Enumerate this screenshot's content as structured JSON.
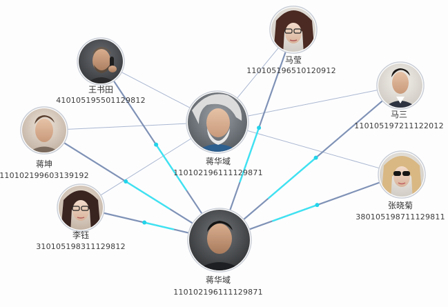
{
  "colors": {
    "background": "#fdfdfe",
    "edge_thin": "#a9b7d0",
    "edge_thick": "#7f92b6",
    "edge_active": "#3ee3f2",
    "arrow_dot": "#22d3ea",
    "node_border": "#c9ced6",
    "label_text": "#333333"
  },
  "nodes": [
    {
      "id": "n1",
      "name": "王书田",
      "number": "410105195501129812",
      "avatar": "bearded-man-on-phone-avatar"
    },
    {
      "id": "n2",
      "name": "马莹",
      "number": "110105196510120912",
      "avatar": "woman-with-glasses-avatar"
    },
    {
      "id": "n3",
      "name": "马三",
      "number": "110105197211122012",
      "avatar": "man-in-suit-avatar"
    },
    {
      "id": "n4",
      "name": "蒋华域",
      "number": "110102196111129871",
      "avatar": "grey-haired-bearded-man-avatar"
    },
    {
      "id": "n5",
      "name": "蒋坤",
      "number": "110102199603139192",
      "avatar": "young-man-avatar"
    },
    {
      "id": "n6",
      "name": "张晓菊",
      "number": "380105198711129811",
      "avatar": "blonde-woman-sunglasses-avatar"
    },
    {
      "id": "n7",
      "name": "李钰",
      "number": "310105198311129812",
      "avatar": "woman-with-glasses-portrait-avatar"
    },
    {
      "id": "n8",
      "name": "蒋华域",
      "number": "110102196111129871",
      "avatar": "asian-man-avatar"
    }
  ],
  "edges": [
    {
      "from": "n1",
      "to": "n4",
      "style": "thin"
    },
    {
      "from": "n2",
      "to": "n4",
      "style": "thin"
    },
    {
      "from": "n3",
      "to": "n4",
      "style": "thin"
    },
    {
      "from": "n5",
      "to": "n4",
      "style": "thin"
    },
    {
      "from": "n6",
      "to": "n4",
      "style": "thin"
    },
    {
      "from": "n7",
      "to": "n4",
      "style": "thin"
    },
    {
      "from": "n1",
      "to": "n8",
      "style": "thick",
      "active": true
    },
    {
      "from": "n2",
      "to": "n8",
      "style": "thick",
      "active": true
    },
    {
      "from": "n3",
      "to": "n8",
      "style": "thick",
      "active": true
    },
    {
      "from": "n5",
      "to": "n8",
      "style": "thick",
      "active": true
    },
    {
      "from": "n6",
      "to": "n8",
      "style": "thick",
      "active": true
    },
    {
      "from": "n7",
      "to": "n8",
      "style": "thick",
      "active": true
    }
  ]
}
